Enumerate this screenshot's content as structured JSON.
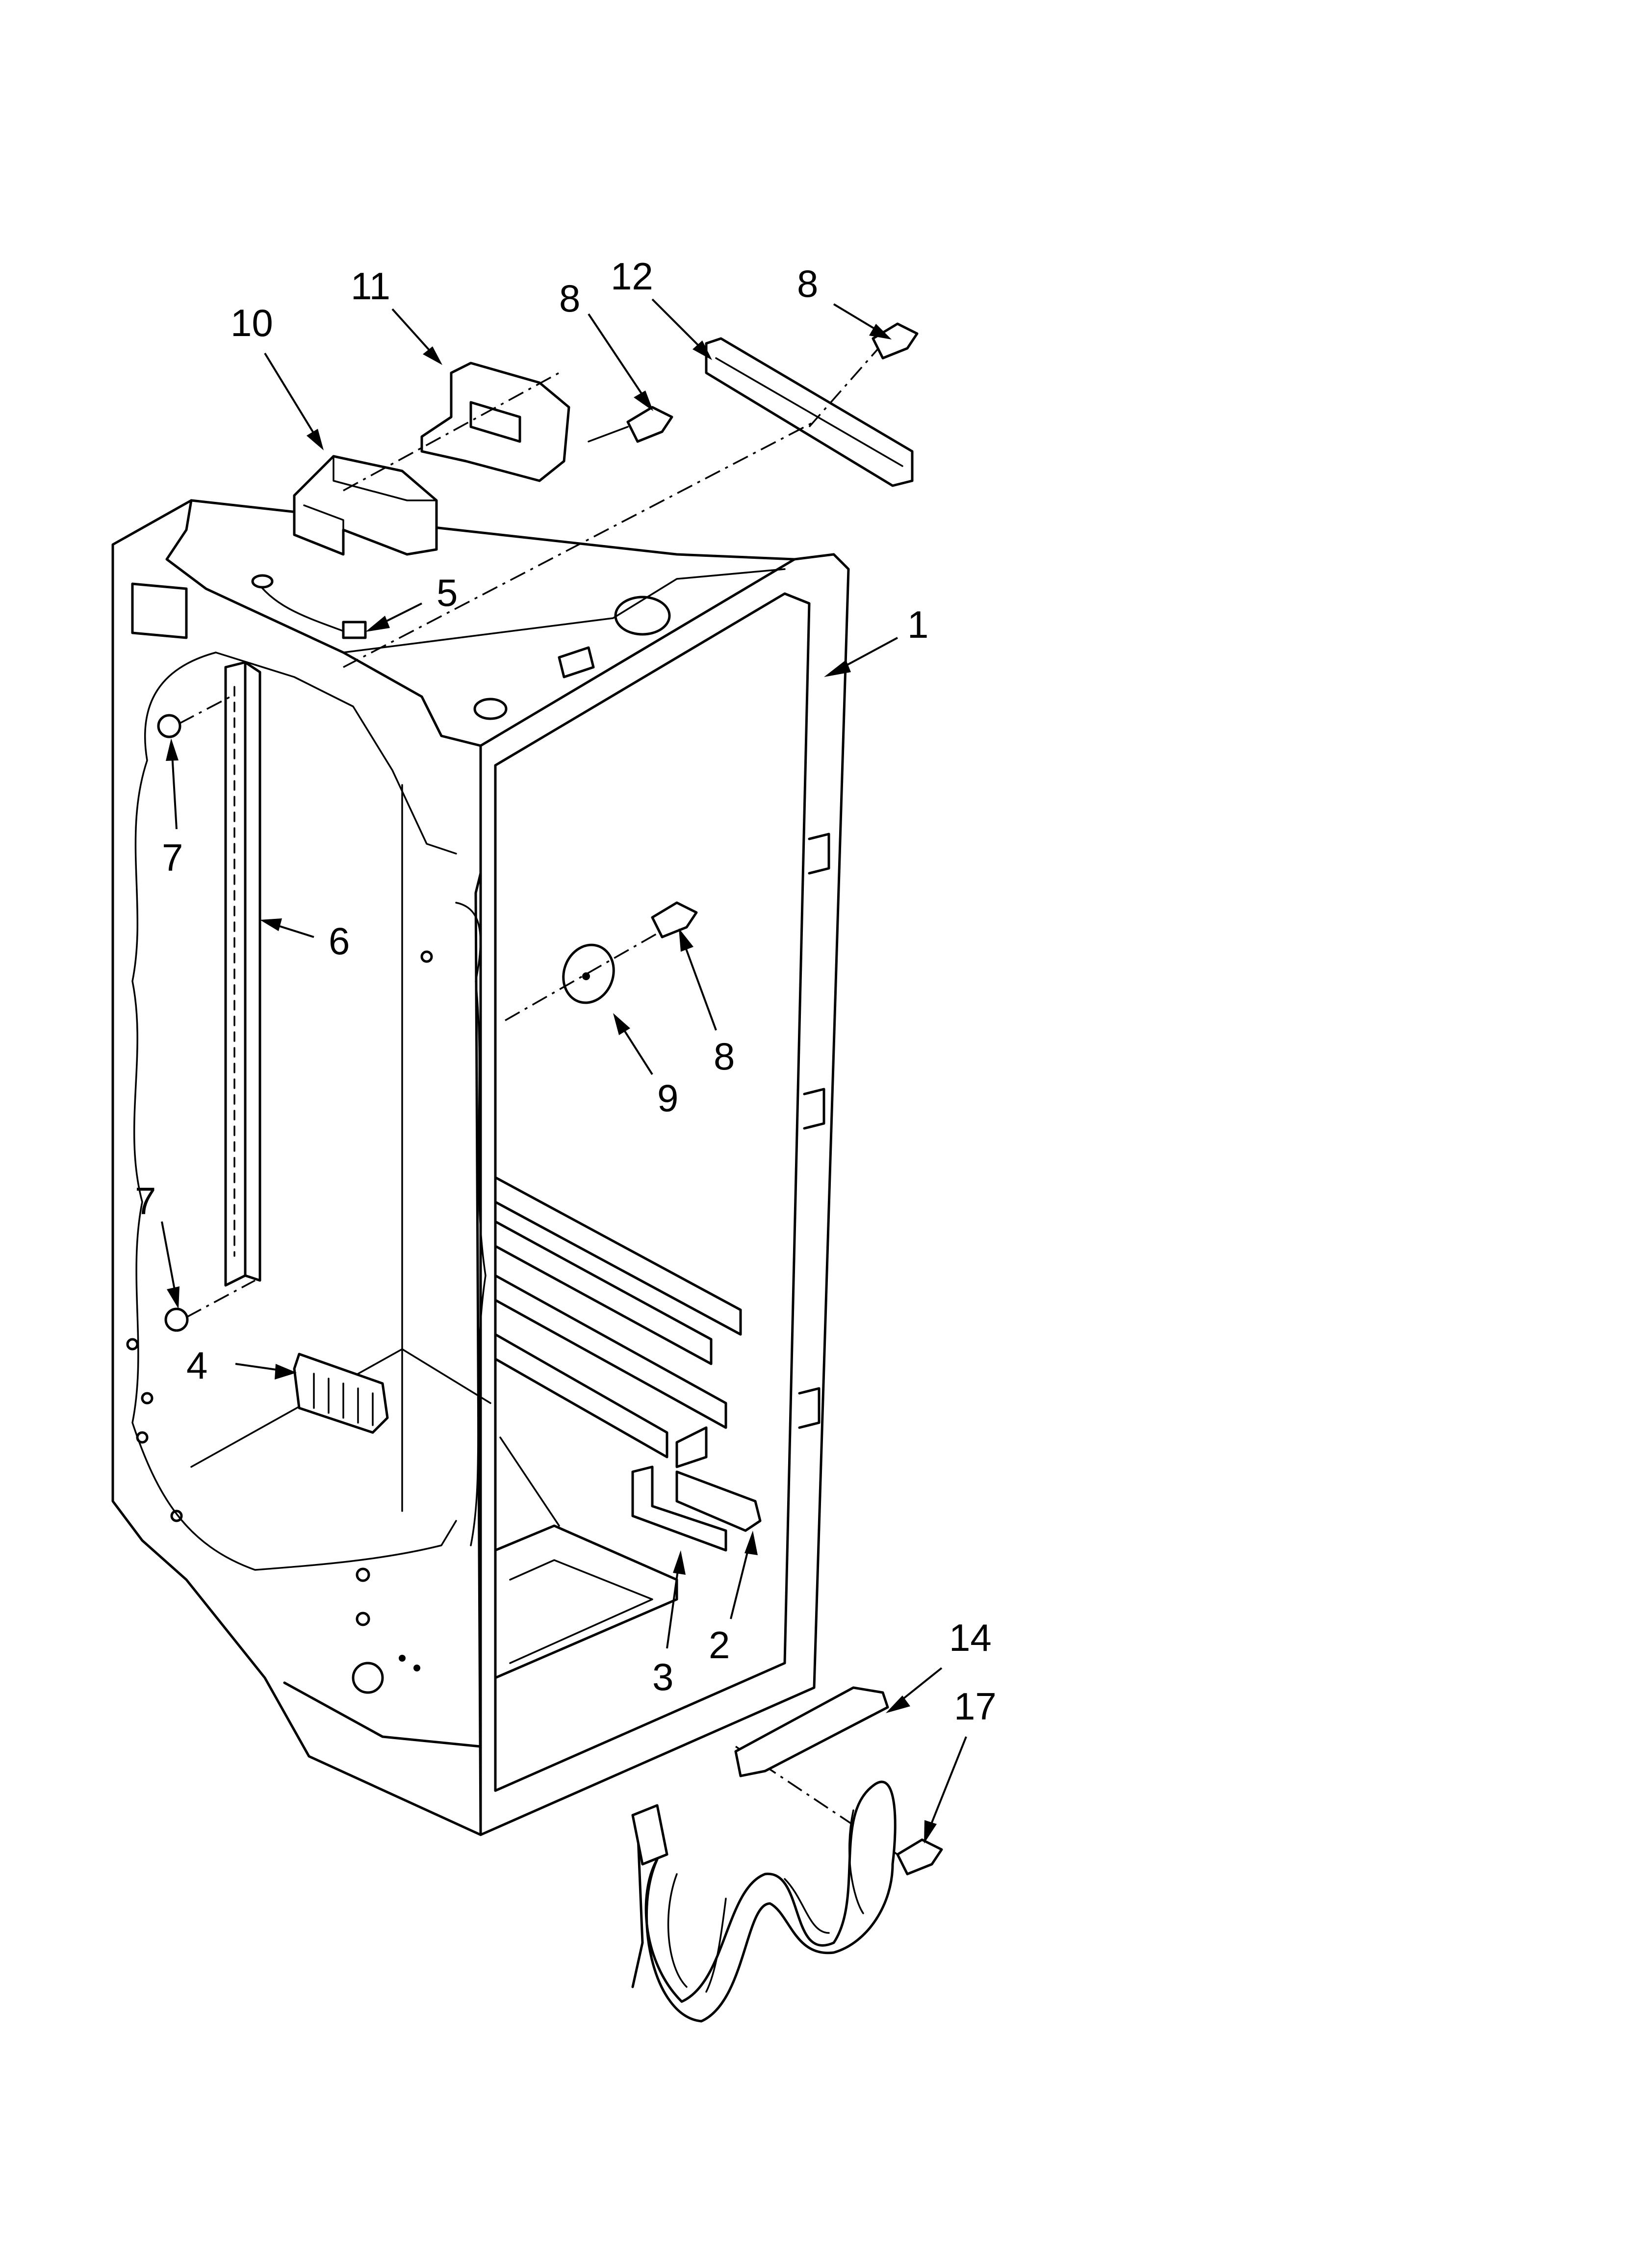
{
  "callouts": [
    {
      "id": "c1",
      "text": "1"
    },
    {
      "id": "c2",
      "text": "2"
    },
    {
      "id": "c3",
      "text": "3"
    },
    {
      "id": "c4",
      "text": "4"
    },
    {
      "id": "c5",
      "text": "5"
    },
    {
      "id": "c6",
      "text": "6"
    },
    {
      "id": "c7a",
      "text": "7"
    },
    {
      "id": "c7b",
      "text": "7"
    },
    {
      "id": "c8a",
      "text": "8"
    },
    {
      "id": "c8b",
      "text": "8"
    },
    {
      "id": "c8c",
      "text": "8"
    },
    {
      "id": "c9",
      "text": "9"
    },
    {
      "id": "c10",
      "text": "10"
    },
    {
      "id": "c11",
      "text": "11"
    },
    {
      "id": "c12",
      "text": "12"
    },
    {
      "id": "c14",
      "text": "14"
    },
    {
      "id": "c17",
      "text": "17"
    }
  ]
}
